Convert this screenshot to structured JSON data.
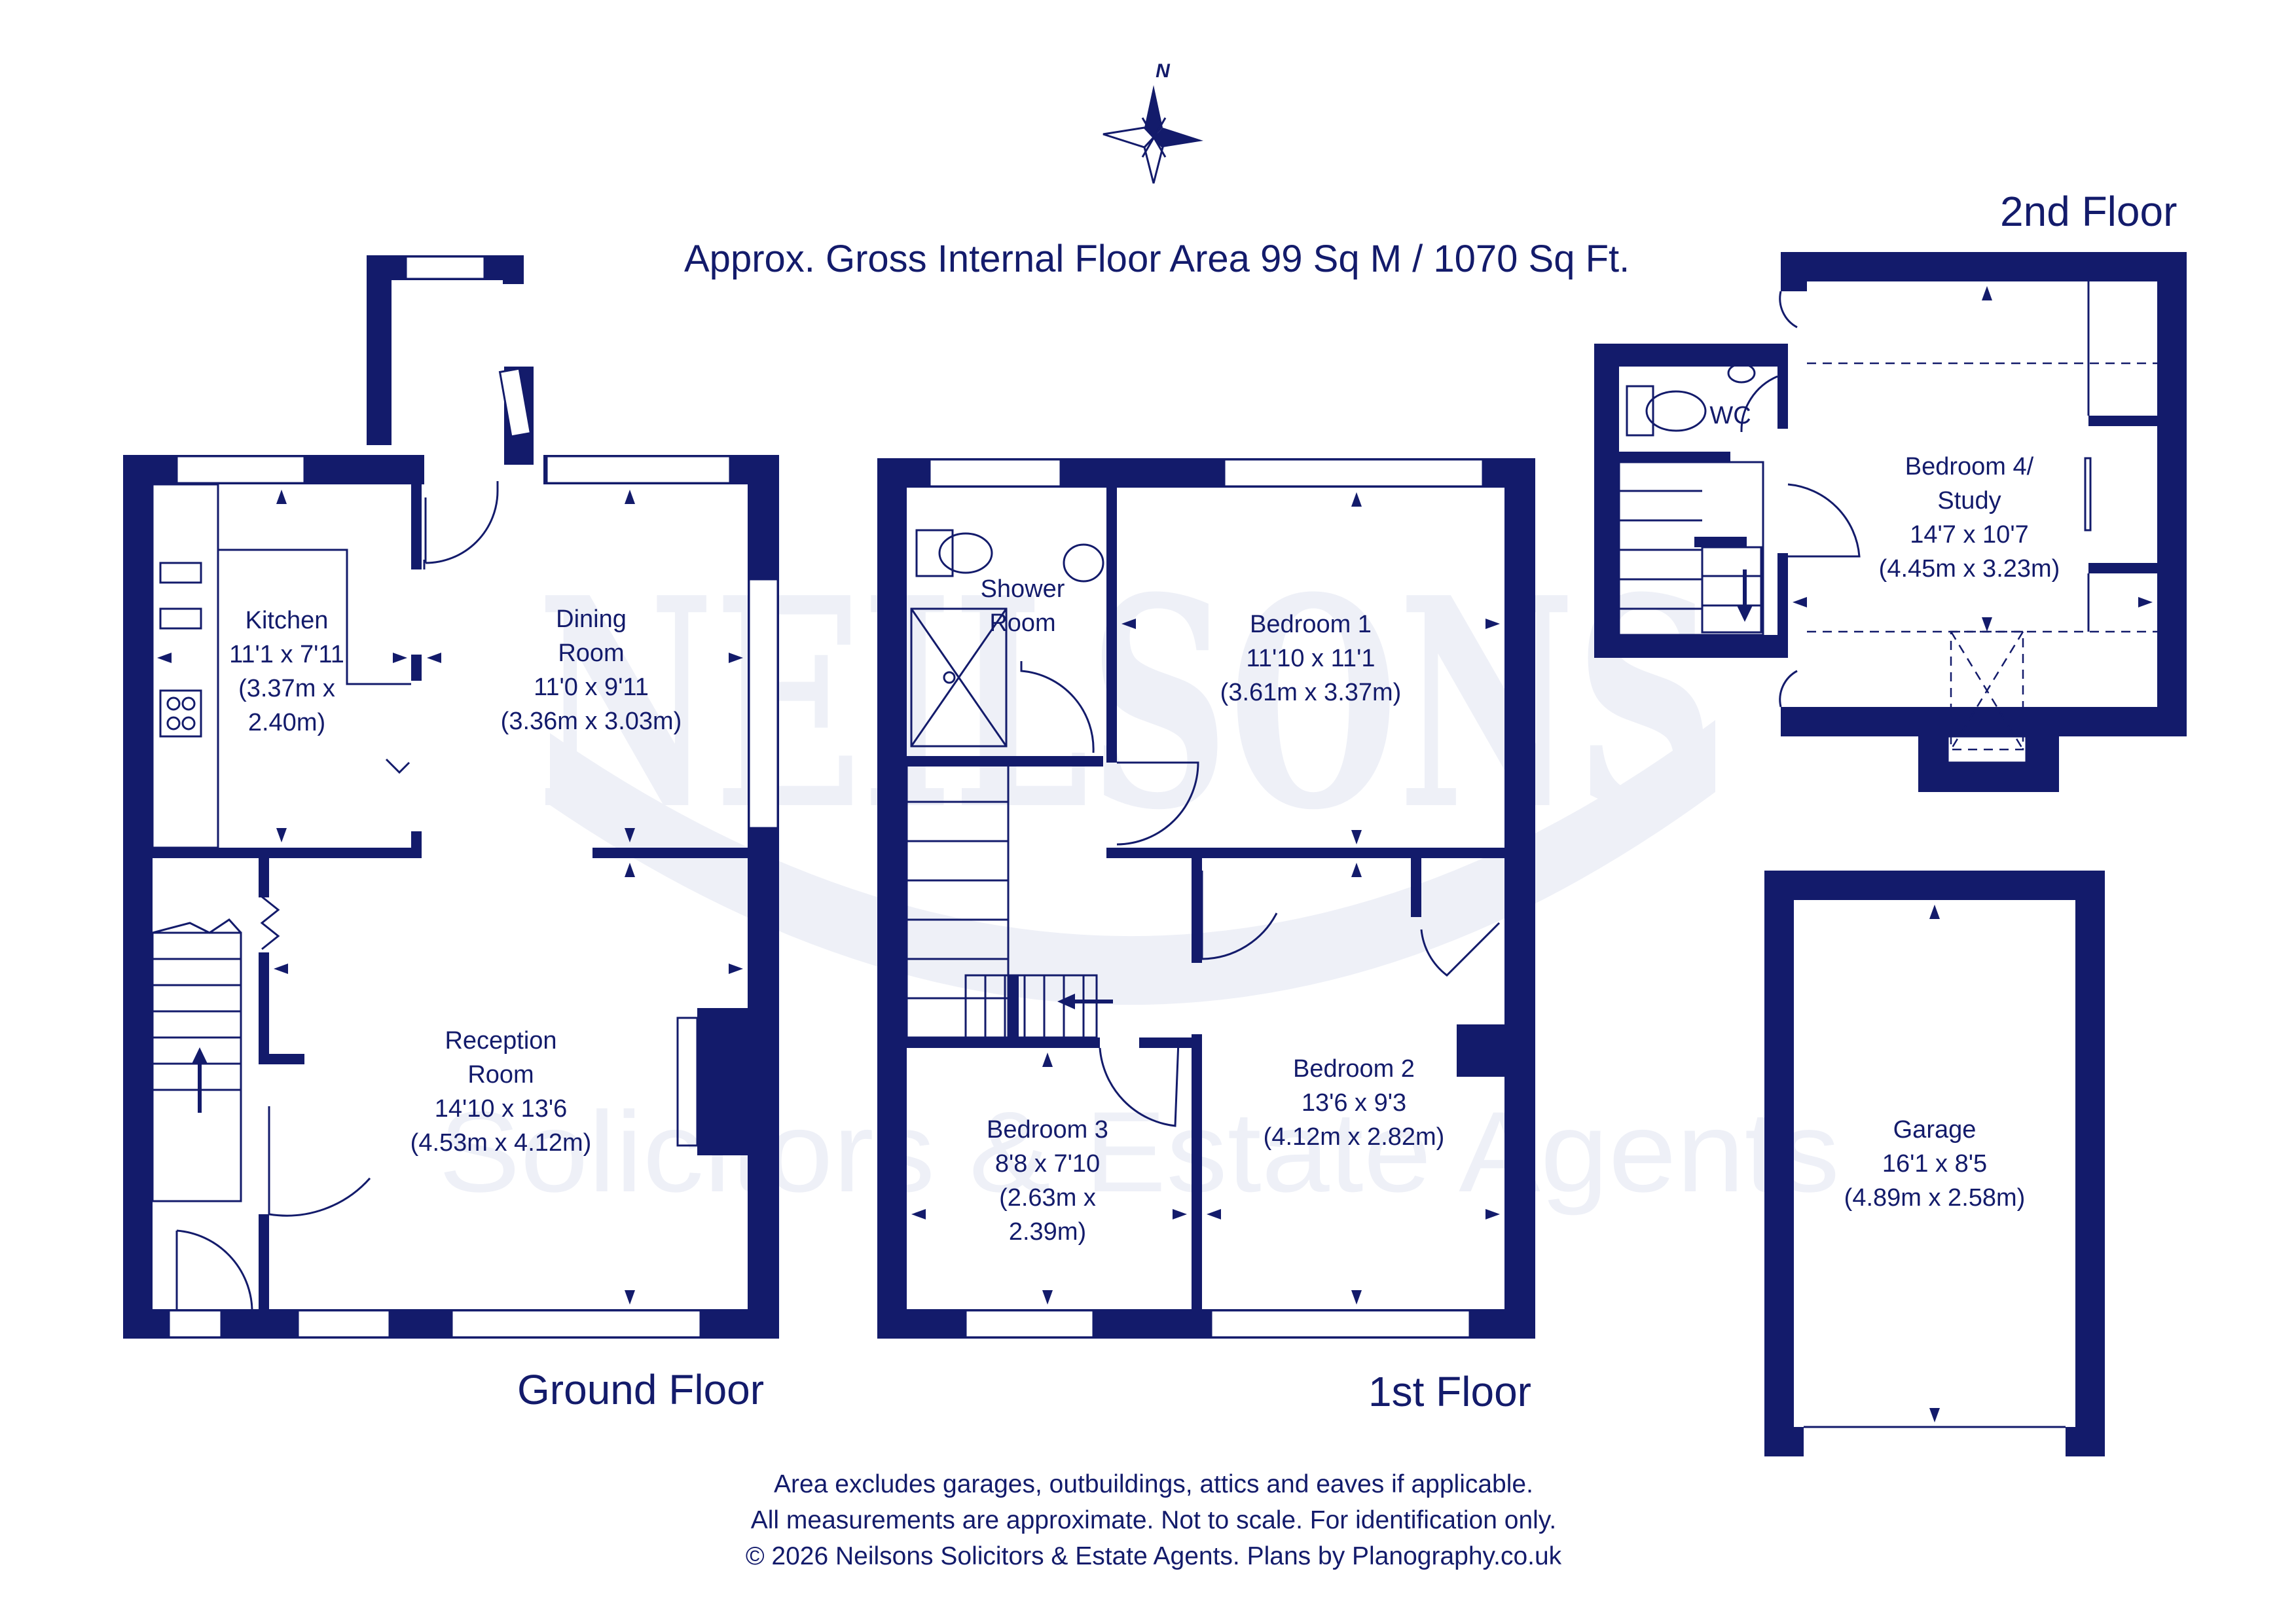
{
  "header": {
    "area_text": "Approx. Gross Internal Floor Area 99 Sq M / 1070 Sq Ft.",
    "compass_letter": "N"
  },
  "watermark": {
    "brand": "NEILSONS",
    "tagline": "Solicitors & Estate Agents"
  },
  "floors": {
    "ground": "Ground Floor",
    "first": "1st Floor",
    "second": "2nd Floor"
  },
  "rooms": {
    "kitchen": [
      "Kitchen",
      "11'1 x 7'11",
      "(3.37m x",
      "2.40m)"
    ],
    "dining": [
      "Dining",
      "Room",
      "11'0 x 9'11",
      "(3.36m x 3.03m)"
    ],
    "reception": [
      "Reception",
      "Room",
      "14'10 x 13'6",
      "(4.53m x 4.12m)"
    ],
    "shower": [
      "Shower",
      "Room"
    ],
    "bedroom1": [
      "Bedroom 1",
      "11'10 x 11'1",
      "(3.61m x 3.37m)"
    ],
    "bedroom2": [
      "Bedroom 2",
      "13'6 x 9'3",
      "(4.12m x 2.82m)"
    ],
    "bedroom3": [
      "Bedroom 3",
      "8'8 x 7'10",
      "(2.63m x",
      "2.39m)"
    ],
    "bedroom4": [
      "Bedroom 4/",
      "Study",
      "14'7 x 10'7",
      "(4.45m x 3.23m)"
    ],
    "wc": [
      "WC"
    ],
    "garage": [
      "Garage",
      "16'1 x 8'5",
      "(4.89m x 2.58m)"
    ]
  },
  "footer": {
    "line1": "Area excludes garages, outbuildings, attics and eaves if applicable.",
    "line2": "All measurements are approximate. Not to scale. For identification only.",
    "line3": "© 2026 Neilsons Solicitors & Estate Agents. Plans by Planography.co.uk"
  },
  "colors": {
    "ink": "#131b6b",
    "watermark": "#eef0f7",
    "background": "#ffffff"
  }
}
